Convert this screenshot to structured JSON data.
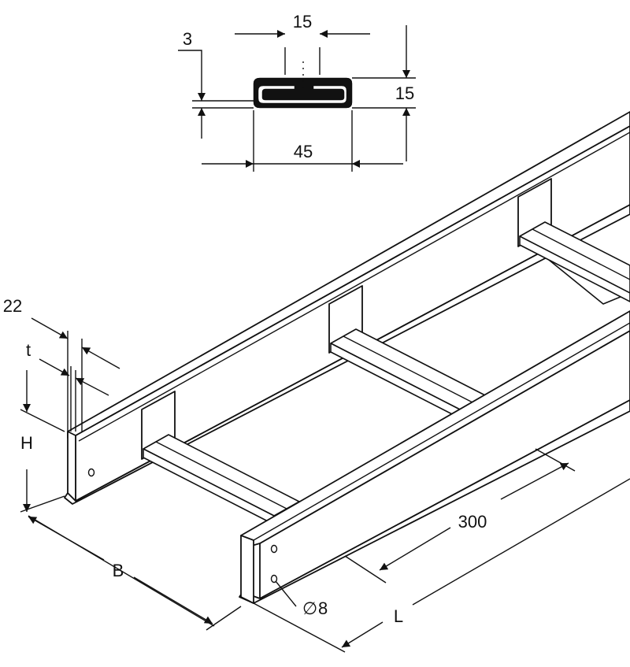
{
  "drawing": {
    "line_color": "#111111",
    "background": "#ffffff",
    "profile_section": {
      "slot_width": "15",
      "wall_thickness": "3",
      "profile_height": "15",
      "profile_width": "45"
    },
    "ladder": {
      "flange_width": "22",
      "material_thickness": "t",
      "side_height": "H",
      "width": "B",
      "rung_spacing": "300",
      "hole_diameter_symbol": "∅",
      "hole_diameter": "8",
      "length": "L"
    }
  }
}
